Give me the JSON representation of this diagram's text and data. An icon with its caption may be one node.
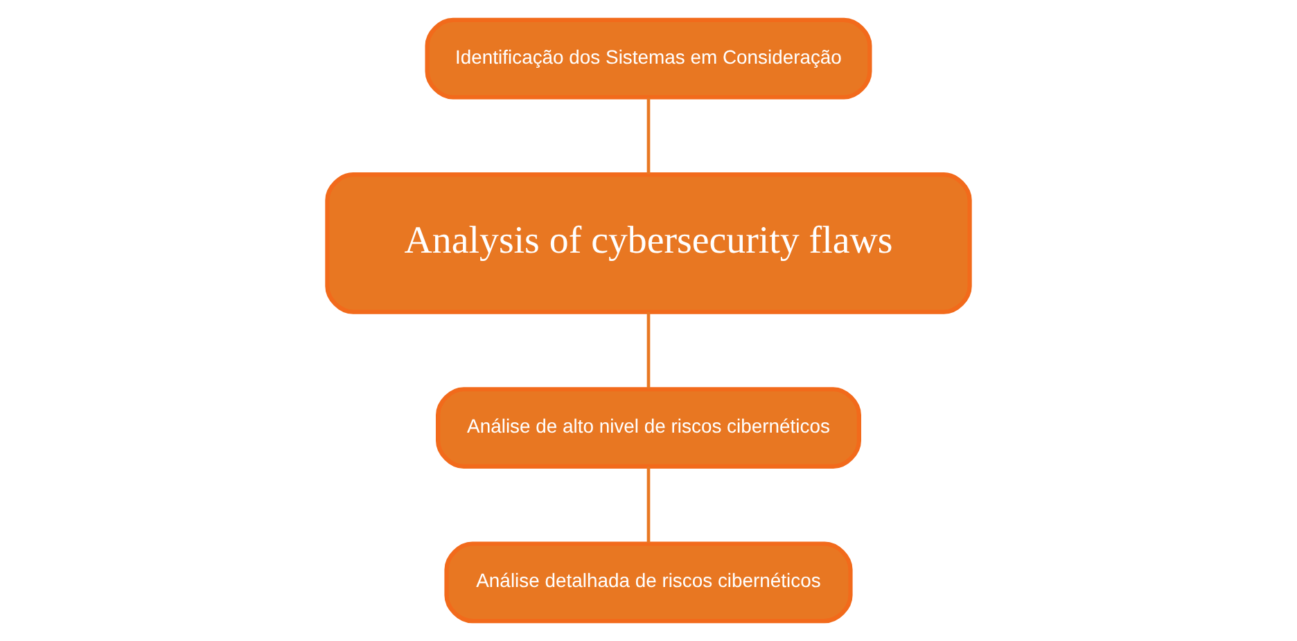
{
  "diagram": {
    "nodes": [
      {
        "text": [
          "Identificação dos Sistemas em Consideração"
        ]
      },
      {
        "text": [
          "Analysis of cybersecurity flaws"
        ]
      },
      {
        "text": [
          "Análise de alto nivel de riscos cibernéticos"
        ]
      },
      {
        "text": [
          "Análise detalhada de riscos cibernéticos"
        ]
      }
    ],
    "edges": [
      {
        "from": 0,
        "to": 1,
        "arrow": "none"
      },
      {
        "from": 1,
        "to": 2,
        "arrow": "none"
      },
      {
        "from": 2,
        "to": 3,
        "arrow": "none"
      }
    ]
  }
}
